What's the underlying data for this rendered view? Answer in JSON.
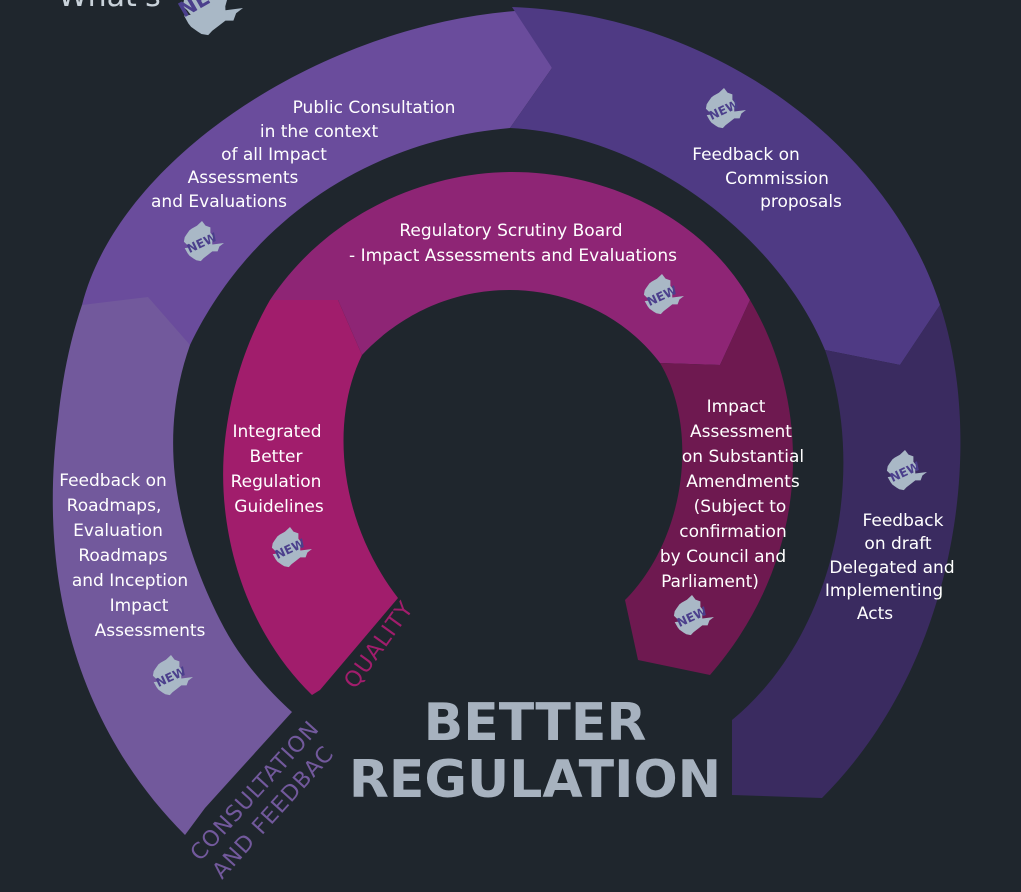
{
  "header_partial": "What's",
  "header_badge": "NEW",
  "badge_label": "NEW",
  "title": {
    "line1": "BETTER",
    "line2": "REGULATION"
  },
  "arc_labels": {
    "quality": "QUALITY",
    "consultation": "CONSULTATION",
    "feedback": "AND FEEDBACK"
  },
  "segments": {
    "public_consultation": [
      "Public Consultation",
      "in the context",
      "of all Impact",
      "Assessments",
      "and Evaluations"
    ],
    "feedback_commission": [
      "Feedback on",
      "Commission",
      "proposals"
    ],
    "feedback_roadmaps": [
      "Feedback on",
      "Roadmaps,",
      "Evaluation",
      "Roadmaps",
      "and Inception",
      "Impact",
      "Assessments"
    ],
    "feedback_delegated": [
      "Feedback",
      "on draft",
      "Delegated and",
      "Implementing",
      "Acts"
    ],
    "scrutiny_board": [
      "Regulatory Scrutiny Board",
      "- Impact Assessments and Evaluations"
    ],
    "guidelines": [
      "Integrated",
      "Better",
      "Regulation",
      "Guidelines"
    ],
    "impact_amendments": [
      "Impact",
      "Assessment",
      "on Substantial",
      "Amendments",
      "(Subject to",
      "confirmation",
      "by Council and",
      "Parliament)"
    ]
  },
  "colors": {
    "background": "#1f262d",
    "outer_top_left": "#6a4c9c",
    "outer_top_right": "#4f3a84",
    "outer_left": "#72599c",
    "outer_right": "#3a2b60",
    "inner_top": "#8e2575",
    "inner_left": "#a11d6c",
    "inner_right": "#6e1950",
    "badge": "#a9b8c6",
    "title": "#a7b2bf"
  }
}
